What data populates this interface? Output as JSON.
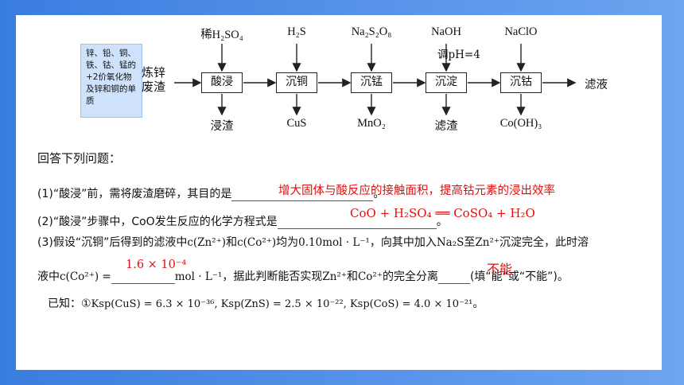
{
  "diagram": {
    "note": "锌、铅、铜、铁、钴、锰的+2价氧化物及锌和铜的单质",
    "source_label": "炼锌废渣",
    "steps": [
      "酸浸",
      "沉铜",
      "沉锰",
      "沉淀",
      "沉钴"
    ],
    "reagents": [
      "稀H₂SO₄",
      "H₂S",
      "Na₂S₂O₈",
      "NaOH",
      "NaClO"
    ],
    "ph_note": "调pH=4",
    "products": [
      "浸渣",
      "CuS",
      "MnO₂",
      "滤渣",
      "Co(OH)₃"
    ],
    "final_output": "滤液"
  },
  "questions": {
    "header": "回答下列问题：",
    "q1": {
      "text": "(1)“酸浸”前，需将废渣磨碎，其目的是",
      "end": "。",
      "answer": "增大固体与酸反应的接触面积，提高钴元素的浸出效率"
    },
    "q2": {
      "text": "(2)“酸浸”步骤中，CoO发生反应的化学方程式是",
      "end": "。",
      "answer": "CoO + H₂SO₄ ══ CoSO₄ + H₂O"
    },
    "q3": {
      "line1_pre": "(3)假设“沉铜”后得到的滤液中",
      "line1_m1": "c(Zn²⁺)",
      "line1_and": "和",
      "line1_m2": "c(Co²⁺)",
      "line1_mid": "均为",
      "line1_m3": "0.10mol · L⁻¹",
      "line1_mid2": "，向其中加入",
      "line1_m4": "Na₂S",
      "line1_to": "至",
      "line1_m5": "Zn²⁺",
      "line1_end": "沉淀完全，此时溶",
      "line2_pre": "液中",
      "line2_m1": "c(Co²⁺) =",
      "line2_unit": "mol · L⁻¹",
      "line2_mid": "，据此判断能否实现",
      "line2_m2": "Zn²⁺",
      "line2_and": "和",
      "line2_m3": "Co²⁺",
      "line2_mid2": "的完全分离",
      "line2_end": "(填“能”或“不能”)。",
      "answer_value": "1.6 × 10⁻⁴",
      "answer_judge": "不能"
    },
    "known": {
      "label": "已知：①",
      "text": "Ksp(CuS) = 6.3 × 10⁻³⁶, Ksp(ZnS) = 2.5 × 10⁻²², Ksp(CoS) = 4.0 × 10⁻²¹",
      "end": "。"
    }
  }
}
